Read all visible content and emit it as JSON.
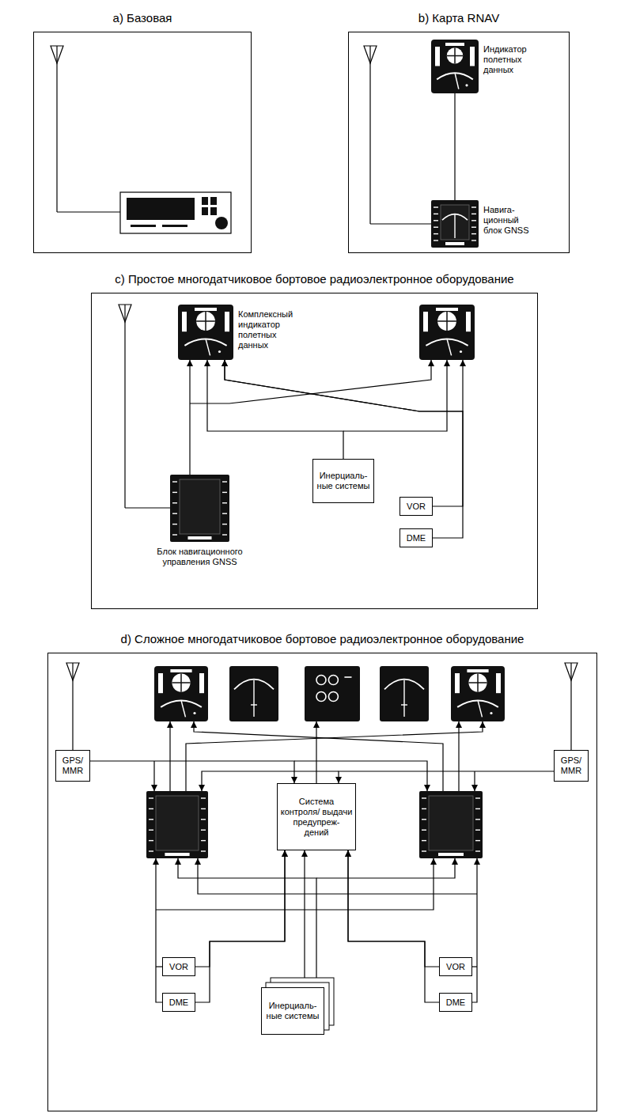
{
  "diagram": {
    "nodes": [
      {
        "text": [
          "a) Базовая"
        ]
      },
      {
        "text": [
          "b) Карта RNAV"
        ]
      },
      {
        "text": [
          "Индикатор полетных данных"
        ],
        "in": 1
      },
      {
        "text": [
          "Навига- ционный блок GNSS"
        ],
        "in": 1
      },
      {
        "text": [
          "c) Простое многодатчиковое бортовое радиоэлектронное оборудование"
        ]
      },
      {
        "text": [
          "Комплексный индикатор полетных данных"
        ],
        "in": 4
      },
      {
        "text": [
          "Блок навигационного управления GNSS"
        ],
        "in": 4
      },
      {
        "text": [
          "Инерциаль- ные системы"
        ],
        "in": 4
      },
      {
        "text": [
          "VOR"
        ],
        "in": 4
      },
      {
        "text": [
          "DME"
        ],
        "in": 4
      },
      {
        "text": [
          "d) Сложное многодатчиковое бортовое радиоэлектронное оборудование"
        ]
      },
      {
        "text": [
          "GPS/ MMR"
        ],
        "in": 10
      },
      {
        "text": [
          "Система контроля/ выдачи предупреж- дений"
        ],
        "in": 10
      },
      {
        "text": [
          "GPS/ MMR"
        ],
        "in": 10
      },
      {
        "text": [
          "VOR"
        ],
        "in": 10
      },
      {
        "text": [
          "DME"
        ],
        "in": 10
      },
      {
        "text": [
          "Инерциаль- ные системы"
        ],
        "in": 10
      },
      {
        "text": [
          "VOR"
        ],
        "in": 10
      },
      {
        "text": [
          "DME"
        ],
        "in": 10
      }
    ],
    "edges": [
      {
        "from": 2,
        "to": 3,
        "arrow": "none"
      },
      {
        "from": 6,
        "to": 5,
        "arrow": "to"
      },
      {
        "from": 7,
        "to": 5,
        "arrow": "to"
      },
      {
        "from": 8,
        "to": 5,
        "arrow": "to"
      },
      {
        "from": 9,
        "to": 5,
        "arrow": "to"
      },
      {
        "from": 11,
        "to": 12,
        "arrow": "to"
      },
      {
        "from": 13,
        "to": 12,
        "arrow": "to"
      },
      {
        "from": 16,
        "to": 12,
        "arrow": "to"
      },
      {
        "from": 14,
        "to": 12,
        "arrow": "to"
      },
      {
        "from": 15,
        "to": 12,
        "arrow": "to"
      },
      {
        "from": 17,
        "to": 12,
        "arrow": "to"
      },
      {
        "from": 18,
        "to": 12,
        "arrow": "to"
      }
    ]
  }
}
